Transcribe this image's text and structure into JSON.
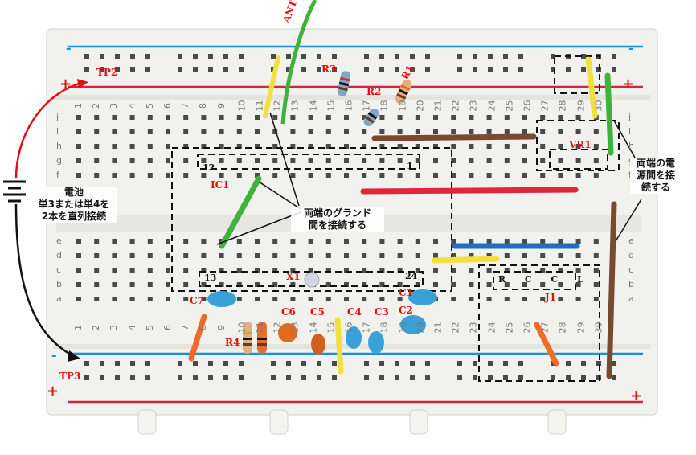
{
  "labels": {
    "ant": "ANT",
    "tp2": "TP2",
    "tp3": "TP3",
    "r1": "R1",
    "r2": "R2",
    "r3": "R3",
    "r4": "R4",
    "vr1": "VR1",
    "ic1": "IC1",
    "ic_pin12": "12",
    "ic_pin1": "1",
    "ic_pin13": "13",
    "ic_pin24": "24",
    "x1": "X1",
    "c1": "C1",
    "c2": "C2",
    "c3": "C3",
    "c4": "C4",
    "c5": "C5",
    "c6": "C6",
    "c7": "C7",
    "j1": "J1",
    "j1_pins": "R C C L"
  },
  "notes": {
    "battery_line1": "電池",
    "battery_line2": "単3または単4を",
    "battery_line3": "2本を直列接続",
    "ground_line1": "両端のグランド",
    "ground_line2": "間を接続する",
    "power_line1": "両端の電",
    "power_line2": "源間を接",
    "power_line3": "続する"
  },
  "rail_signs": {
    "minus": "-",
    "plus": "+"
  },
  "board": {
    "column_numbers_top": [
      "1",
      "2",
      "3",
      "4",
      "5",
      "6",
      "7",
      "8",
      "9",
      "10",
      "11",
      "12",
      "13",
      "14",
      "15",
      "16",
      "17",
      "18",
      "19",
      "20",
      "21",
      "22",
      "23",
      "24",
      "25",
      "26",
      "27",
      "28",
      "29",
      "30"
    ],
    "column_numbers_bottom": [
      "1",
      "2",
      "3",
      "4",
      "5",
      "6",
      "7",
      "8",
      "9",
      "10",
      "11",
      "12",
      "13",
      "14",
      "15",
      "16",
      "17",
      "18",
      "19",
      "20",
      "21",
      "22",
      "23",
      "24",
      "25",
      "26",
      "27",
      "28",
      "29",
      "30"
    ],
    "row_letters_top": [
      "j",
      "i",
      "h",
      "g",
      "f"
    ],
    "row_letters_bottom": [
      "e",
      "d",
      "c",
      "b",
      "a"
    ]
  },
  "colors": {
    "board": "#f2f2ef",
    "rail_red": "#d9233a",
    "rail_blue": "#1f8fd6",
    "label_red": "#e01010",
    "wire_green": "#3fb23a",
    "wire_red": "#e0263a",
    "wire_blue": "#1f6fc0",
    "wire_yellow": "#f0e040",
    "wire_brown": "#7a4a30",
    "wire_orange": "#f06a2a",
    "cap_blue": "#3aa0d8",
    "cap_orange": "#e06a20"
  }
}
